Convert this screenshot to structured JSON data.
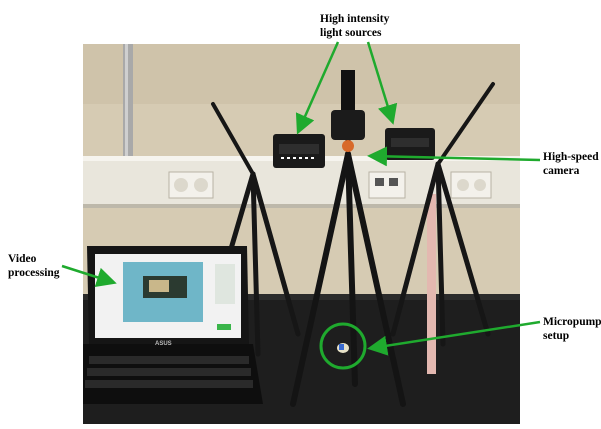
{
  "labels": {
    "video_processing": "Video\nprocessing",
    "light_sources": "High intensity\nlight sources",
    "high_speed_camera": "High-speed\ncamera",
    "micropump_setup": "Micropump\nsetup"
  },
  "screen": {
    "brand": "ASUS"
  },
  "colors": {
    "annotation_green": "#1faa2e",
    "wall": "#d8cdb4",
    "bench": "#1c1c1c",
    "screen_bg": "#6fb6c8"
  },
  "icons": [
    "arrow-icon",
    "highlight-circle-icon"
  ]
}
